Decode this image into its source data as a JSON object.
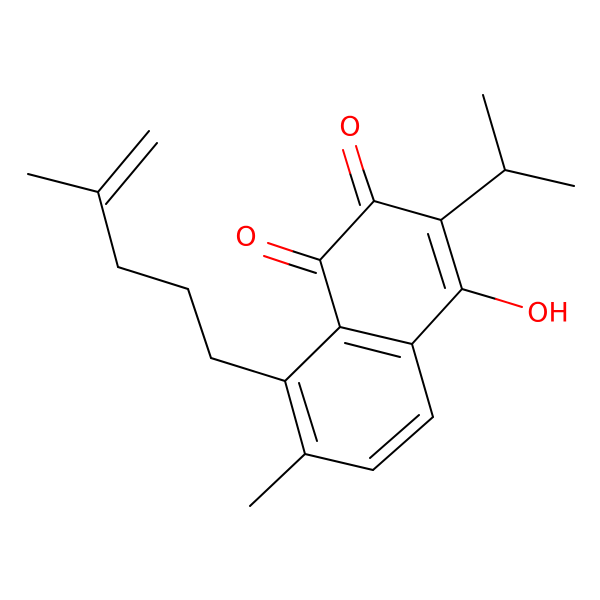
{
  "molecule": {
    "atoms": {
      "ketone_o1": {
        "symbol": "O",
        "color": "#ff0000"
      },
      "ketone_o2": {
        "symbol": "O",
        "color": "#ff0000"
      },
      "hydroxyl": {
        "symbol": "OH",
        "color": "#ff0000"
      }
    },
    "bond_color": "#000000"
  }
}
